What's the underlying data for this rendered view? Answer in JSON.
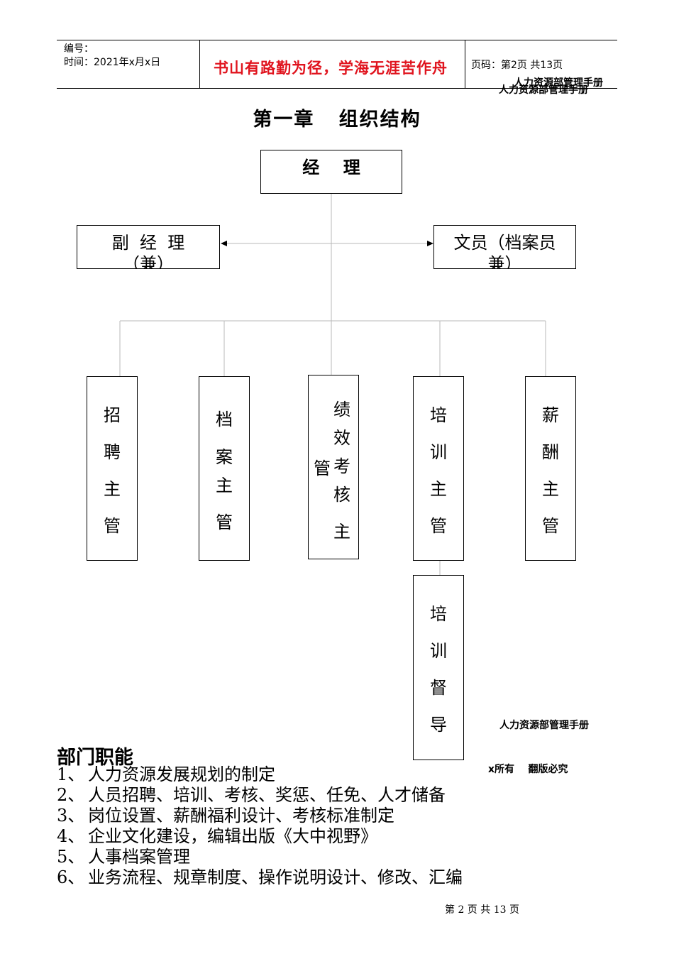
{
  "header": {
    "doc_no_label": "编号：",
    "time_label": "时间：2021年x月x日",
    "motto": "书山有路勤为径，学海无涯苦作舟",
    "page_info": "页码：第2页 共13页",
    "manual_title_a": "人力资源部管理手册",
    "manual_title_b": "人力资源部管理手册"
  },
  "chapter_title": "第一章   组织结构",
  "org": {
    "manager": "经    理",
    "deputy_line1": "副  经  理",
    "deputy_line2": "（兼）",
    "clerk_line1": "文员（档案员",
    "clerk_line2": "兼）",
    "recruit": [
      "招",
      "聘",
      "主",
      "管"
    ],
    "archive": [
      "档",
      "案",
      "主",
      "管"
    ],
    "perf_col_right": [
      "绩",
      "效",
      "考",
      "核",
      "主"
    ],
    "perf_col_left": "管",
    "training": [
      "培",
      "训",
      "主",
      "管"
    ],
    "salary": [
      "薪",
      "酬",
      "主",
      "管"
    ],
    "training_supervisor": [
      "培",
      "训",
      "督",
      "导"
    ]
  },
  "side_notes": {
    "manual_title": "人力资源部管理手册",
    "copyright": "x所有    翻版必究"
  },
  "functions": {
    "title": "部门职能",
    "items": [
      {
        "num": "1、",
        "text": "人力资源发展规划的制定"
      },
      {
        "num": "2、",
        "text": "人员招聘、培训、考核、奖惩、任免、人才储备"
      },
      {
        "num": "3、",
        "text": "岗位设置、薪酬福利设计、考核标准制定"
      },
      {
        "num": "4、",
        "text": "企业文化建设，编辑出版《大中视野》"
      },
      {
        "num": "5、",
        "text": "人事档案管理"
      },
      {
        "num": "6、",
        "text": "业务流程、规章制度、操作说明设计、修改、汇编"
      }
    ]
  },
  "footer": "第 2 页 共 13 页"
}
